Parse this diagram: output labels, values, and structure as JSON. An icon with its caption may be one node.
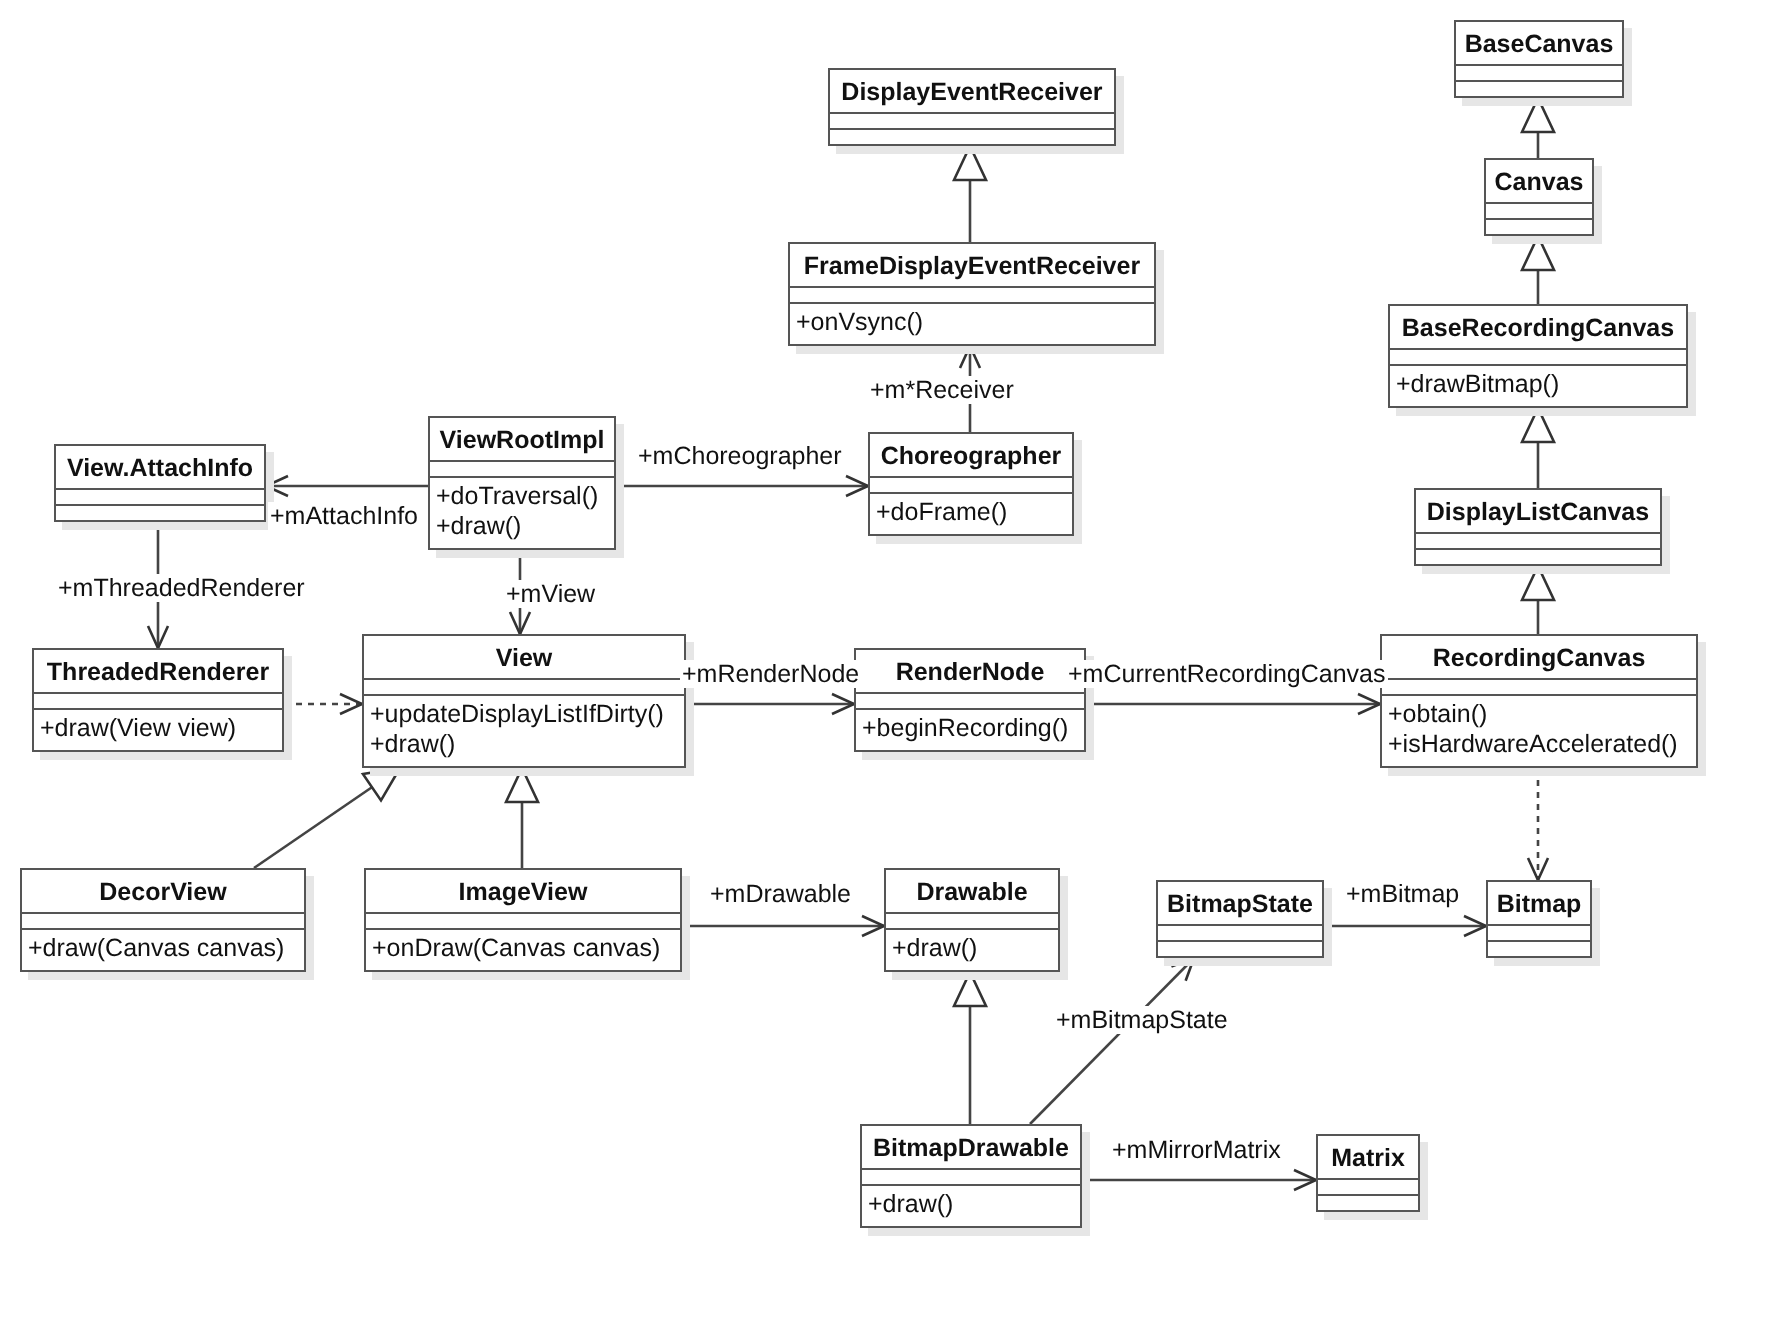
{
  "diagram": {
    "nodes": [
      {
        "text": [
          "BaseCanvas"
        ]
      },
      {
        "text": [
          "Canvas"
        ]
      },
      {
        "text": [
          "DisplayEventReceiver"
        ]
      },
      {
        "text": [
          "BaseRecordingCanvas",
          "+drawBitmap()"
        ]
      },
      {
        "text": [
          "FrameDisplayEventReceiver",
          "+onVsync()"
        ]
      },
      {
        "text": [
          "ViewRootImpl",
          "+doTraversal()",
          "+draw()"
        ]
      },
      {
        "text": [
          "Choreographer",
          "+doFrame()"
        ]
      },
      {
        "text": [
          "View.AttachInfo"
        ]
      },
      {
        "text": [
          "DisplayListCanvas"
        ]
      },
      {
        "text": [
          "ThreadedRenderer",
          "+draw(View view)"
        ]
      },
      {
        "text": [
          "View",
          "+updateDisplayListIfDirty()",
          "+draw()"
        ]
      },
      {
        "text": [
          "RenderNode",
          "+beginRecording()"
        ]
      },
      {
        "text": [
          "RecordingCanvas",
          "+obtain()",
          "+isHardwareAccelerated()"
        ]
      },
      {
        "text": [
          "DecorView",
          "+draw(Canvas canvas)"
        ]
      },
      {
        "text": [
          "ImageView",
          "+onDraw(Canvas canvas)"
        ]
      },
      {
        "text": [
          "Drawable",
          "+draw()"
        ]
      },
      {
        "text": [
          "BitmapState"
        ]
      },
      {
        "text": [
          "Bitmap"
        ]
      },
      {
        "text": [
          "BitmapDrawable",
          "+draw()"
        ]
      },
      {
        "text": [
          "Matrix"
        ]
      }
    ],
    "edges": [
      {
        "from": 1,
        "to": 0,
        "arrow": "to"
      },
      {
        "from": 3,
        "to": 1,
        "arrow": "to"
      },
      {
        "from": 4,
        "to": 2,
        "arrow": "to"
      },
      {
        "from": 8,
        "to": 3,
        "arrow": "to"
      },
      {
        "from": 6,
        "to": 4,
        "arrow": "to",
        "label": "+m*Receiver"
      },
      {
        "from": 5,
        "to": 6,
        "arrow": "to",
        "label": "+mChoreographer"
      },
      {
        "from": 5,
        "to": 7,
        "arrow": "to",
        "label": "+mAttachInfo"
      },
      {
        "from": 12,
        "to": 8,
        "arrow": "to"
      },
      {
        "from": 7,
        "to": 9,
        "arrow": "to",
        "label": "+mThreadedRenderer"
      },
      {
        "from": 5,
        "to": 10,
        "arrow": "to",
        "label": "+mView"
      },
      {
        "from": 9,
        "to": 10,
        "arrow": "to",
        "style": "dashed"
      },
      {
        "from": 10,
        "to": 11,
        "arrow": "to",
        "label": "+mRenderNode"
      },
      {
        "from": 11,
        "to": 12,
        "arrow": "to",
        "label": "+mCurrentRecordingCanvas"
      },
      {
        "from": 13,
        "to": 10,
        "arrow": "to"
      },
      {
        "from": 14,
        "to": 10,
        "arrow": "to"
      },
      {
        "from": 12,
        "to": 17,
        "arrow": "to",
        "style": "dashed"
      },
      {
        "from": 14,
        "to": 15,
        "arrow": "to",
        "label": "+mDrawable"
      },
      {
        "from": 16,
        "to": 17,
        "arrow": "to",
        "label": "+mBitmap"
      },
      {
        "from": 18,
        "to": 15,
        "arrow": "to"
      },
      {
        "from": 18,
        "to": 16,
        "arrow": "to",
        "label": "+mBitmapState"
      },
      {
        "from": 18,
        "to": 19,
        "arrow": "to",
        "label": "+mMirrorMatrix"
      }
    ]
  }
}
